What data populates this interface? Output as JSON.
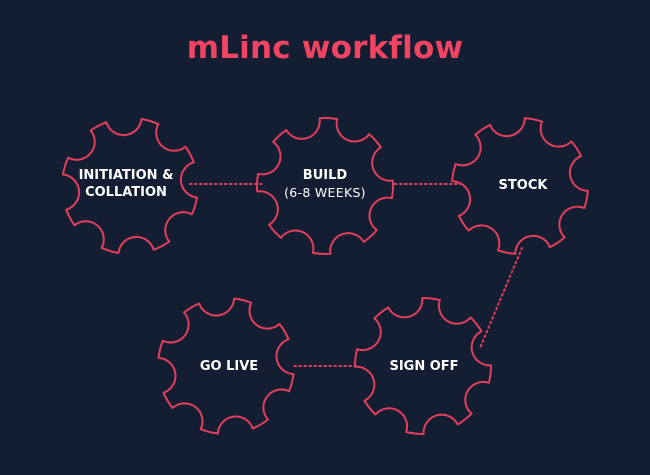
{
  "title": "mLinc workflow",
  "colors": {
    "background": "#131e33",
    "accent": "#f04462",
    "text": "#ffffff"
  },
  "steps": [
    {
      "name": "initiation-collation",
      "lines": [
        "INITIATION &",
        "COLLATION"
      ]
    },
    {
      "name": "build",
      "lines": [
        "BUILD"
      ],
      "sub": "(6-8 WEEKS)"
    },
    {
      "name": "stock",
      "lines": [
        "STOCK"
      ]
    },
    {
      "name": "sign-off",
      "lines": [
        "SIGN OFF"
      ]
    },
    {
      "name": "go-live",
      "lines": [
        "GO LIVE"
      ]
    }
  ]
}
